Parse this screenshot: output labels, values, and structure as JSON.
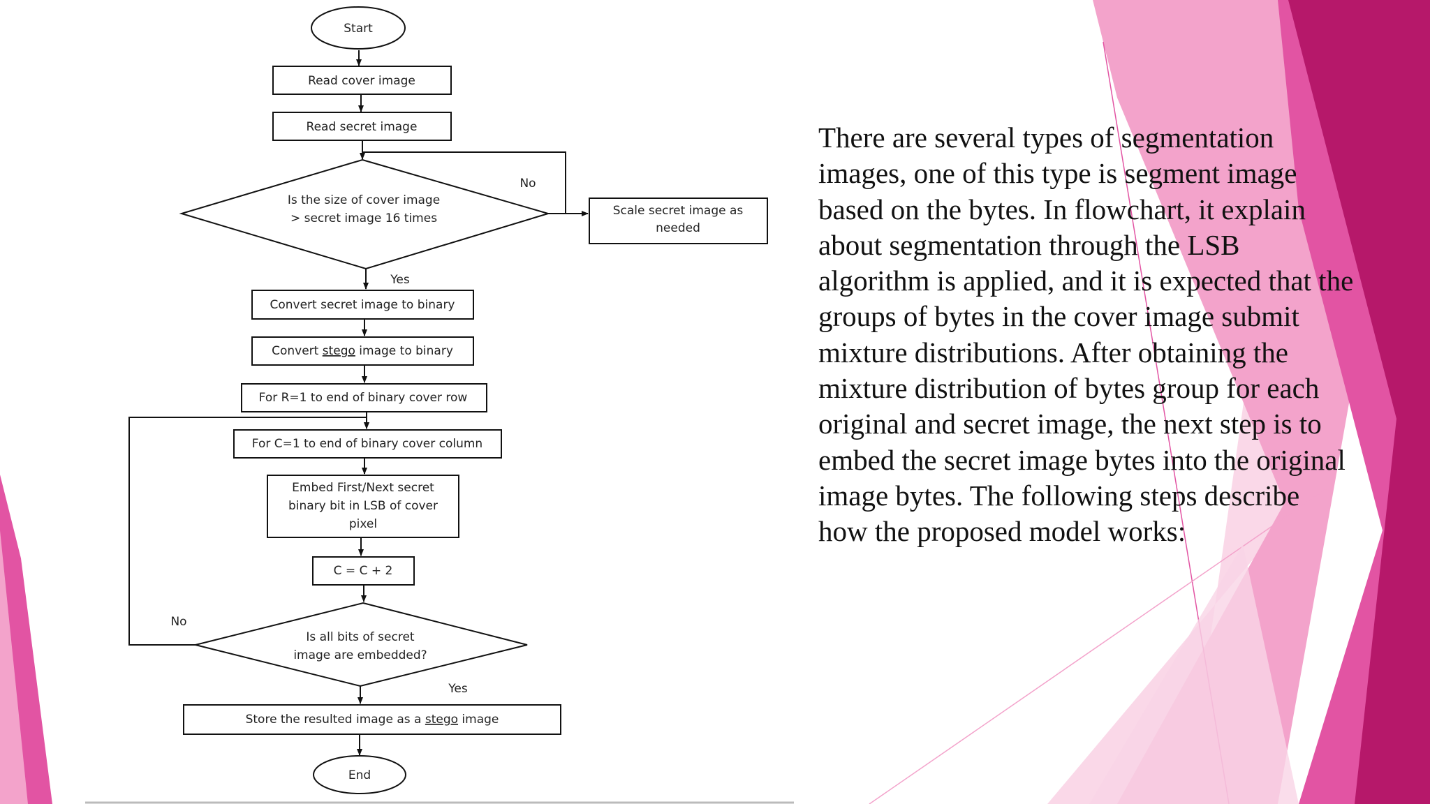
{
  "colors": {
    "accent_dark": "#B6186A",
    "accent_mid": "#E254A3",
    "accent_light": "#F3A3CB",
    "accent_pale": "#F9D4E6"
  },
  "flowchart": {
    "start": "Start",
    "read_cover": "Read cover image",
    "read_secret": "Read secret image",
    "decision_size": [
      "Is the size of cover image",
      "> secret image 16 times"
    ],
    "no_label_1": "No",
    "scale_secret": [
      "Scale secret image as",
      "needed"
    ],
    "yes_label_1": "Yes",
    "convert_secret": "Convert secret image to binary",
    "convert_stego": [
      "Convert ",
      "stego",
      " image to binary"
    ],
    "for_row": "For R=1 to end of binary cover row",
    "for_column": "For C=1 to end of binary cover column",
    "embed_bit": [
      "Embed First/Next secret",
      "binary bit in LSB of cover",
      "pixel"
    ],
    "increment": "C = C + 2",
    "no_label_2": "No",
    "decision_embedded": [
      "Is all bits of secret",
      "image are embedded?"
    ],
    "yes_label_2": "Yes",
    "store_result": [
      "Store the resulted image as a ",
      "stego",
      " image"
    ],
    "end": "End"
  },
  "description": {
    "lines": [
      "There are several types of segmentation",
      "images, one of this type is segment image",
      "based on the bytes. In flowchart, it explain",
      "about segmentation through the LSB",
      "algorithm is applied, and it is expected that the",
      "groups of bytes in the cover image submit",
      "mixture distributions. After obtaining the",
      "mixture distribution of bytes group for each",
      "original and secret image, the next step is to",
      "embed the secret image bytes into the original",
      "image bytes. The following steps describe",
      "how the proposed model works:"
    ]
  }
}
